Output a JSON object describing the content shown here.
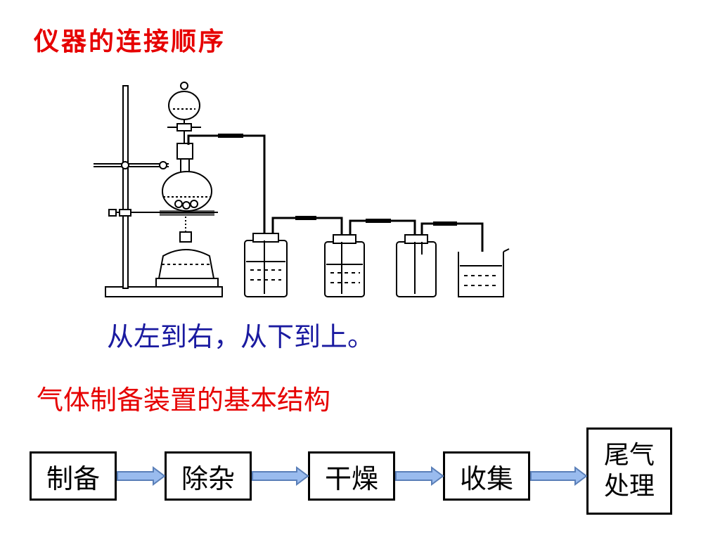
{
  "title": "仪器的连接顺序",
  "rule": "从左到右，从下到上。",
  "subtitle": "气体制备装置的基本结构",
  "flow": {
    "steps": [
      "制备",
      "除杂",
      "干燥",
      "收集"
    ],
    "final_line1": "尾气",
    "final_line2": "处理"
  },
  "colors": {
    "title": "#e60000",
    "rule": "#1a1aa0",
    "arrow": "#99bbee"
  }
}
